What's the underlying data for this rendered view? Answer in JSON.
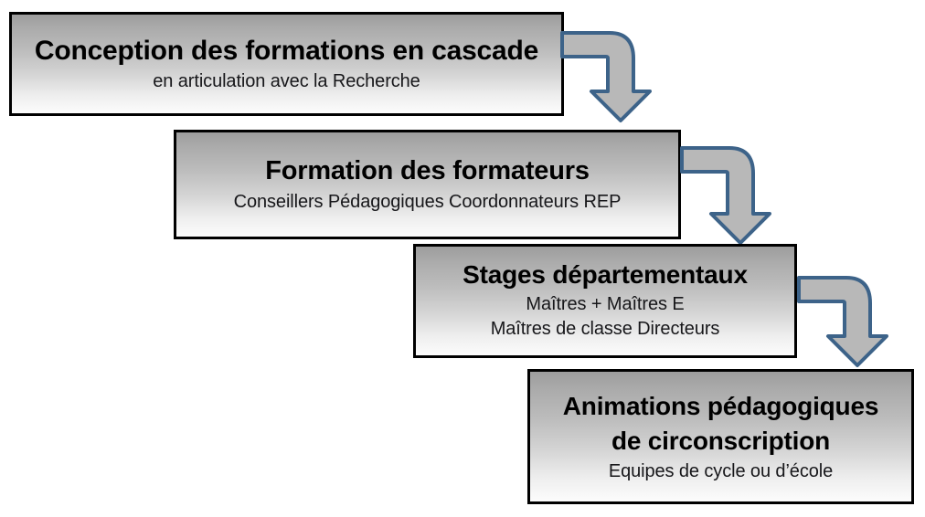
{
  "diagram": {
    "type": "cascade-flowchart",
    "title": "Conception des formations en cascade",
    "background_color": "#ffffff",
    "box_border_color": "#000000",
    "box_fill_top": "#9d9d9d",
    "box_fill_bottom": "#fcfcfc",
    "arrow_fill_color": "#b8b8b8",
    "arrow_border_color": "#3d6389",
    "nodes": [
      {
        "id": "node-1",
        "title": "Conception des formations en cascade",
        "subtitle": "en articulation avec la Recherche"
      },
      {
        "id": "node-2",
        "title": "Formation des formateurs",
        "subtitle": "Conseillers Pédagogiques   Coordonnateurs  REP"
      },
      {
        "id": "node-3",
        "title": "Stages départementaux",
        "subtitle_line_1": "Maîtres +    Maîtres E",
        "subtitle_line_2": "Maîtres de classe     Directeurs"
      },
      {
        "id": "node-4",
        "title_line_1": "Animations pédagogiques",
        "title_line_2": "de circonscription",
        "subtitle": "Equipes de  cycle ou  d’école"
      }
    ],
    "arrows": [
      {
        "id": "arrow-1",
        "from": "node-1",
        "to": "node-2",
        "shape": "elbow-down"
      },
      {
        "id": "arrow-2",
        "from": "node-2",
        "to": "node-3",
        "shape": "elbow-down"
      },
      {
        "id": "arrow-3",
        "from": "node-3",
        "to": "node-4",
        "shape": "elbow-down"
      }
    ]
  }
}
